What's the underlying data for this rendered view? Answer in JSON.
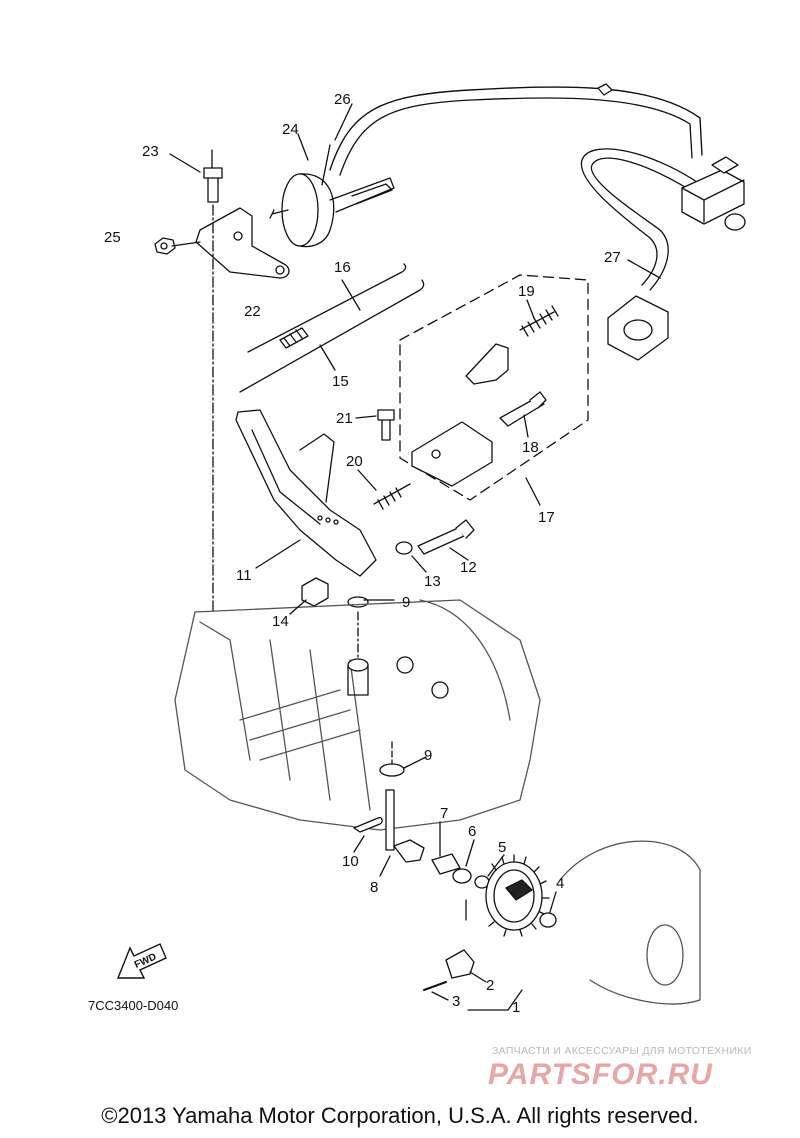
{
  "callouts": [
    "1",
    "2",
    "3",
    "4",
    "5",
    "6",
    "7",
    "8",
    "9",
    "9",
    "10",
    "11",
    "12",
    "13",
    "14",
    "15",
    "16",
    "17",
    "18",
    "19",
    "20",
    "21",
    "22",
    "23",
    "24",
    "25",
    "26",
    "27"
  ],
  "fwd_label": "FWD",
  "drawing_code": "7CC3400-D040",
  "watermark": {
    "caption": "ЗАПЧАСТИ И АКСЕССУАРЫ ДЛЯ МОТОТЕХНИКИ",
    "logo": "PARTSFOR.RU"
  },
  "copyright": "©2013 Yamaha Motor Corporation, U.S.A. All rights reserved."
}
